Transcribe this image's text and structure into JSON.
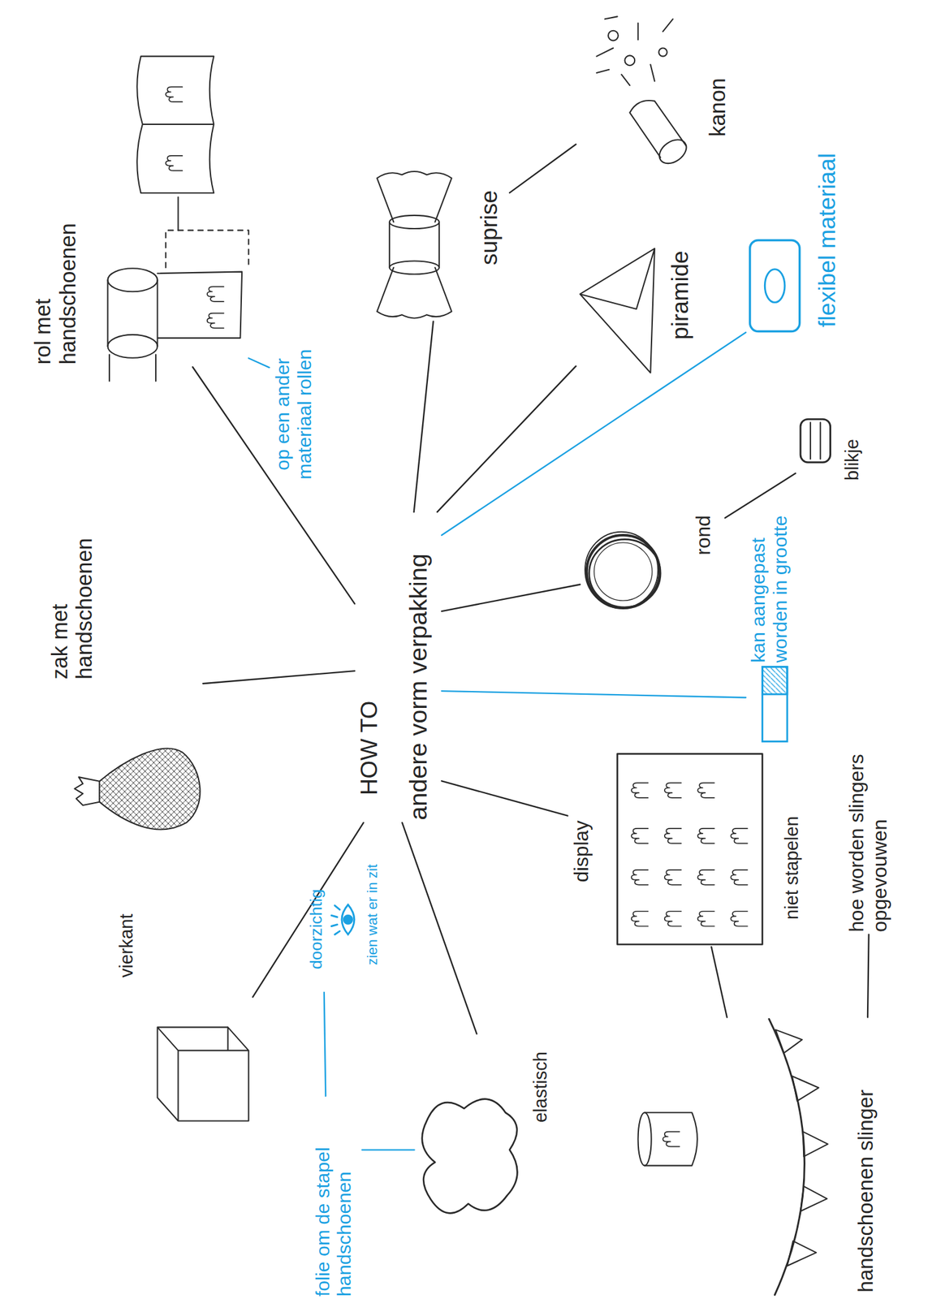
{
  "diagram": {
    "nodes": [
      {
        "text": [
          "HOW TO",
          "andere vorm verpakking"
        ]
      },
      {
        "text": [
          "vierkant"
        ]
      },
      {
        "text": [
          "doorzichtig",
          "zien wat er in zit"
        ]
      },
      {
        "text": [
          "folie om de stapel handschoenen"
        ]
      },
      {
        "text": [
          "zak met handschoenen"
        ]
      },
      {
        "text": [
          "elastisch"
        ]
      },
      {
        "text": [
          "rol met handschoenen"
        ]
      },
      {
        "text": [
          "op een ander materiaal rollen"
        ]
      },
      {
        "text": [
          "display",
          "niet stapelen"
        ]
      },
      {
        "text": [
          "handschoenen slinger"
        ]
      },
      {
        "text": [
          "hoe worden slingers opgevouwen"
        ]
      },
      {
        "text": [
          "suprise"
        ]
      },
      {
        "text": [
          "kanon"
        ]
      },
      {
        "text": [
          "piramide"
        ]
      },
      {
        "text": [
          "rond"
        ]
      },
      {
        "text": [
          "blikje"
        ]
      },
      {
        "text": [
          "kan aangepast worden in grootte"
        ]
      },
      {
        "text": [
          "flexibel materiaal"
        ]
      }
    ],
    "edges": [
      {
        "from": 0,
        "to": 1,
        "arrow": "none"
      },
      {
        "from": 0,
        "to": 4,
        "arrow": "none"
      },
      {
        "from": 0,
        "to": 6,
        "arrow": "none"
      },
      {
        "from": 0,
        "to": 11,
        "arrow": "none"
      },
      {
        "from": 0,
        "to": 13,
        "arrow": "none"
      },
      {
        "from": 0,
        "to": 17,
        "arrow": "none"
      },
      {
        "from": 0,
        "to": 14,
        "arrow": "none"
      },
      {
        "from": 0,
        "to": 16,
        "arrow": "none"
      },
      {
        "from": 0,
        "to": 8,
        "arrow": "none"
      },
      {
        "from": 0,
        "to": 5,
        "arrow": "none"
      },
      {
        "from": 11,
        "to": 12,
        "arrow": "none"
      },
      {
        "from": 14,
        "to": 15,
        "arrow": "none"
      },
      {
        "from": 8,
        "to": 9,
        "arrow": "none"
      },
      {
        "from": 9,
        "to": 10,
        "arrow": "none"
      },
      {
        "from": 7,
        "to": 6,
        "arrow": "none"
      },
      {
        "from": 3,
        "to": 5,
        "arrow": "none"
      },
      {
        "from": 2,
        "to": 3,
        "arrow": "none"
      }
    ]
  }
}
